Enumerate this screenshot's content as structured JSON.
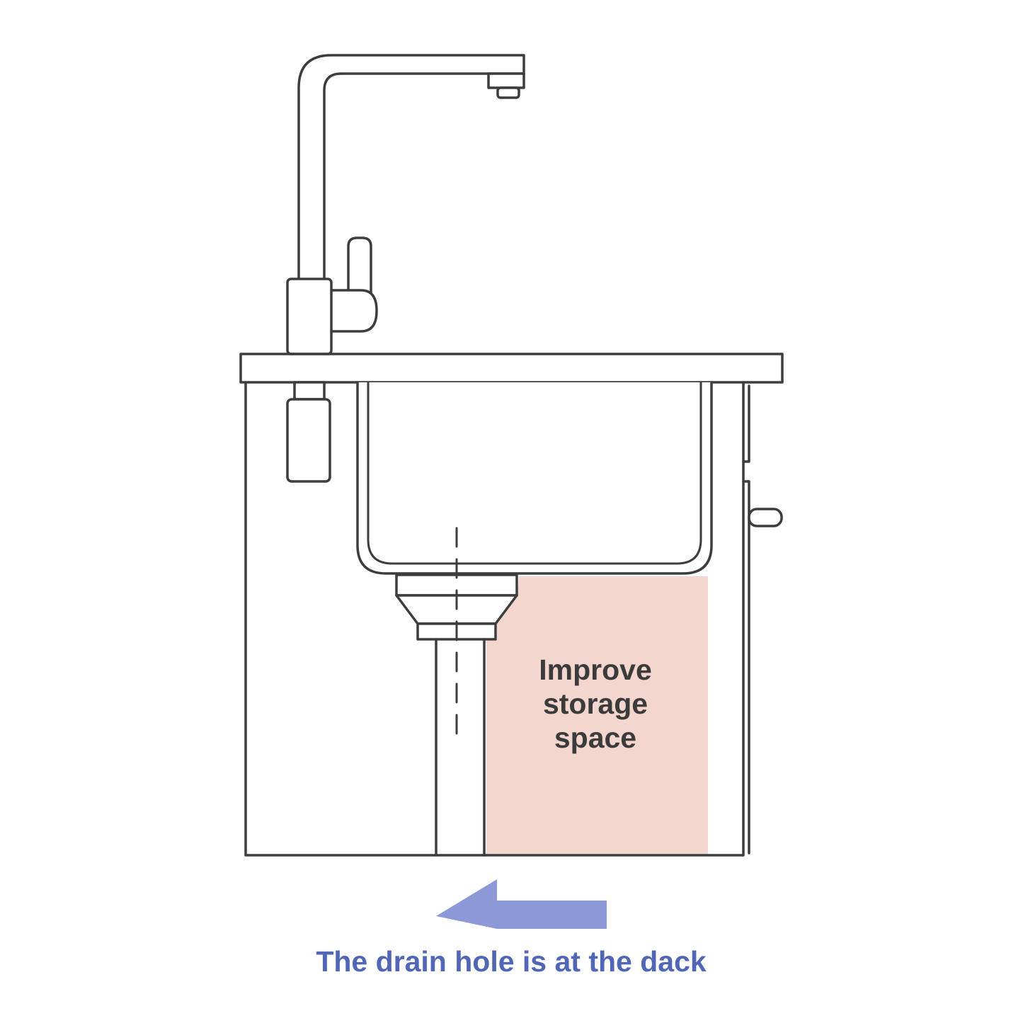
{
  "diagram": {
    "storage_label": [
      "Improve",
      "storage",
      "space"
    ],
    "caption": "The drain hole is at the dack",
    "colors": {
      "line": "#3d3d3d",
      "highlight": "#f3d7cf",
      "arrow": "#8c99d6",
      "caption": "#5167b6",
      "label_text": "#3b3b3b",
      "background": "#ffffff"
    }
  }
}
